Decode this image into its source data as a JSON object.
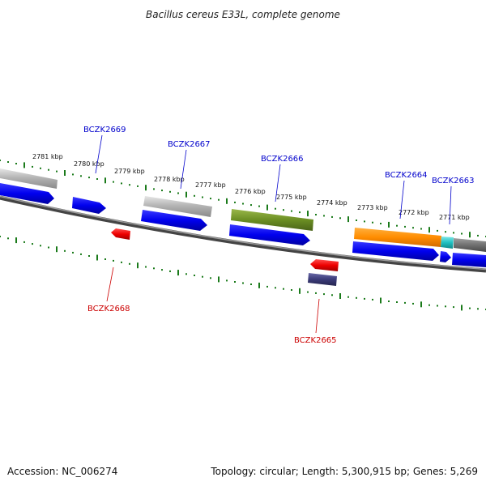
{
  "title": "Bacillus cereus E33L, complete genome",
  "footer": {
    "accession": "Accession: NC_006274",
    "topology": "Topology: circular; Length: 5,300,915 bp; Genes: 5,269"
  },
  "colors": {
    "backbone": "#666666",
    "tick": "#1a7a1a",
    "forward_label": "#0000cc",
    "reverse_label": "#cc0000",
    "cds_blue": "#0000ee",
    "gray_feature": "#aaaaaa",
    "olive_feature": "#6b8e23",
    "orange_feature": "#ff8c00",
    "cyan_feature": "#20b2aa",
    "red_feature": "#ee0000",
    "slate_feature": "#3a3a78"
  },
  "scale": {
    "labels": [
      "2781 kbp",
      "2780 kbp",
      "2779 kbp",
      "2778 kbp",
      "2777 kbp",
      "2776 kbp",
      "2775 kbp",
      "2774 kbp",
      "2773 kbp",
      "2772 kbp",
      "2771 kbp"
    ]
  },
  "gene_labels": {
    "forward": [
      "BCZK2669",
      "BCZK2667",
      "BCZK2666",
      "BCZK2664",
      "BCZK2663"
    ],
    "reverse": [
      "BCZK2668",
      "BCZK2665"
    ]
  }
}
